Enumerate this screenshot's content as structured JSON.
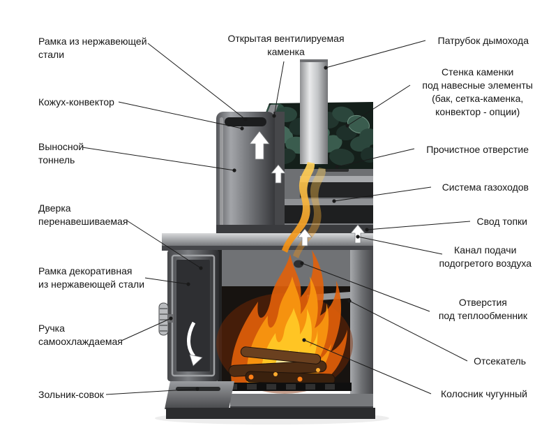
{
  "diagram": {
    "type": "cutaway-technical-diagram",
    "subject": "sauna stove (банная печь)",
    "background": "#ffffff",
    "leader_line_color": "#1a1a1a",
    "colors": {
      "metal_light": "#d8d9db",
      "metal_mid": "#8b8d90",
      "metal_dark": "#3f4043",
      "stones_green": "#3a5c4e",
      "flame_outer": "#e2600a",
      "flame_mid": "#f79410",
      "flame_inner": "#ffc524",
      "flame_core": "#ffeb9e"
    }
  },
  "labels": {
    "top": {
      "open_heater": "Открытая вентилируемая\nкаменка"
    },
    "left": {
      "frame_stainless": "Рамка из нержавеющей\nстали",
      "convector_casing": "Кожух-конвектор",
      "extension_tunnel": "Выносной\nтоннель",
      "reversible_door": "Дверка\nперенавешиваемая",
      "decorative_frame": "Рамка декоративная\nиз нержавеющей стали",
      "self_cooling_handle": "Ручка\nсамоохлаждаемая",
      "ash_pan": "Зольник-совок"
    },
    "right": {
      "chimney_pipe": "Патрубок дымохода",
      "heater_wall": "Стенка каменки\nпод навесные элементы\n(бак, сетка-каменка,\nконвектор - опции)",
      "cleaning_hole": "Прочистное отверстие",
      "flue_system": "Система газоходов",
      "firebox_vault": "Свод топки",
      "heated_air_channel": "Канал подачи\nподогретого воздуха",
      "heat_exchanger_holes": "Отверстия\nпод теплообменник",
      "flame_splitter": "Отсекатель",
      "cast_iron_grate": "Колосник чугунный"
    }
  }
}
